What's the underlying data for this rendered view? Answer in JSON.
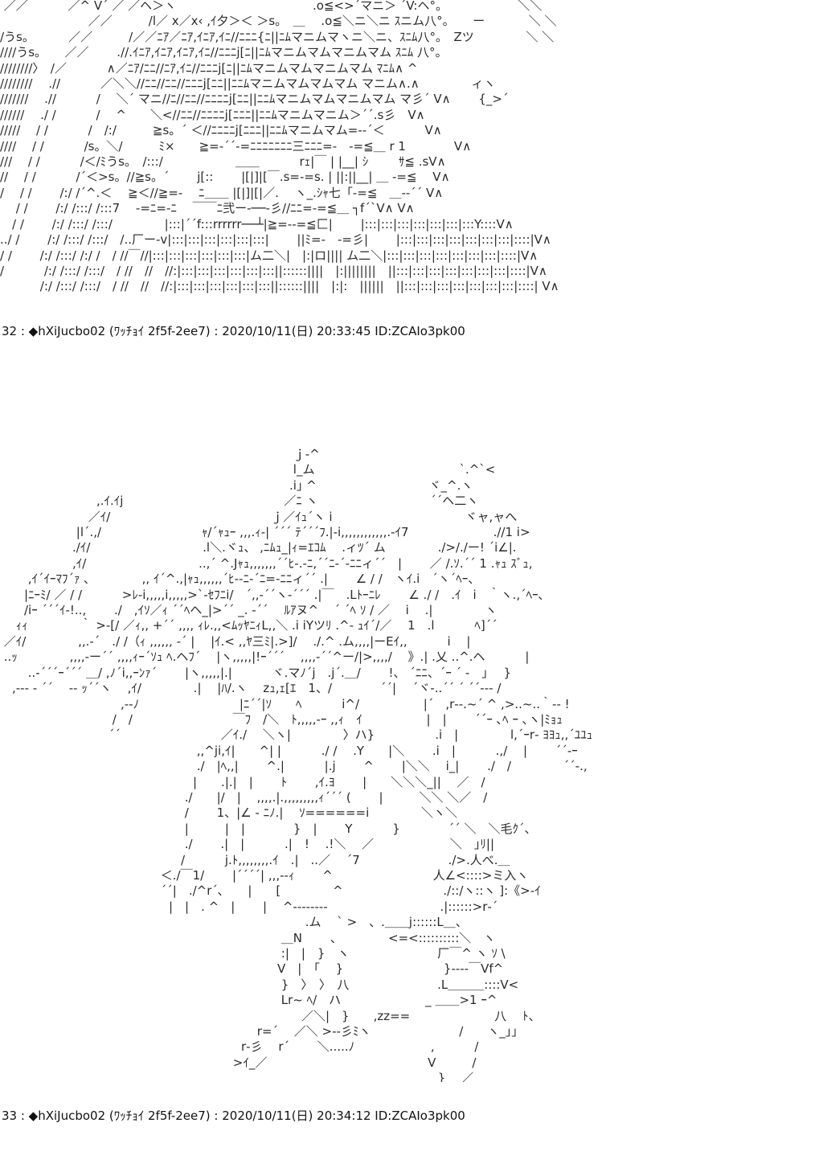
{
  "art_top": " ／／　　　 ／^ V´ ／ ／ヘ＞ヽ　　　　　　　　　　　 .o≦<>´マニ＞ ´V:ヘ°。　　　　　　 ＼＼\n　　　　　　　 ／／　　　/l／ x／x‹ ,ｲ夕＞＜ ＞s。　＿　 .o≦＼ニ＼ニ ｽニム八°。　　ー　　 　 ＼ ＼\n/うs。　　　 ／／　　　/／／ﾆｱ／ﾆｱ,ｲﾆｱ,ｲﾆ//ﾆﾆﾆ{ﾆ||ﾆﾑマニムマヽニ＼ニ、ｽﾆﾑ八°。　Zツ　　　　 ＼ ＼\n////うs。　　／／　　 .//.ｲﾆｱ,ｲﾆｱ,ｲﾆｱ,ｲﾆ//ﾆﾆﾆj[ﾆ||ﾆﾑマニムマムマニムマム ｽﾆﾑ 八°。\n////////〉　/／　　　 ∧／ﾆｱ/ﾆﾆ//ﾆｱ,ｲﾆ//ﾆﾆﾆj[ﾆ||ﾆﾑマニムマムマニムマム ﾏﾆﾑ∧ ^\n////////　 .//　　　 ／＼＼//ﾆﾆ//ﾆﾆ//ﾆﾆﾆj[ﾆﾆ||ﾆﾆﾑマニムマムマムマム マニム∧.∧　　　　 ィヽ\n///////　 .//　　　 /　 ＼´ マニ//ﾆ//ﾆﾆ//ﾆﾆﾆﾆj[ﾆﾆ||ﾆﾆﾑマニムマムマニムマム マ彡´ V∧　　 {_>´\n//////　 ./ /　　　 /　 ^　　＼<//ﾆﾆ//ﾆﾆﾆﾆj[ﾆﾆﾆ||ﾆﾆﾑマニムマニム＞´´.s彡　V∧\n/////　 / /　　　 /　/:/　　　≧s。´ ＜//ﾆﾆﾆﾆj[ﾆﾆﾆ||ﾆﾆﾑマニムマム=-‐´＜　　　 V∧\n////　 / /　　　 /s。＼/　　　ﾐ×　　≧=‐´´‐=ﾆﾆﾆﾆﾆﾆﾆ三ﾆﾆﾆ=-　-=≦＿ r 1　　　　V∧\n///　 / /　　　 /＜/ﾐうs。　/:::/　　　　　　＿＿　　　 rｪ|￣ | |__| ｼ\tｻ≦ .sV∧\n//　 / /　　　 /´＜>s。//≧s。´　　 j[::　　 |[|]|[￣.s=-=s. | ||:||__| ＿ -=≦　 V∧\n/　 / /　　 /:/ /´^.＜ 　≧＜//≧=- 　ﾆ＿＿ |[|]|[|／.　 ヽ_.ｼｬ七「-=≦　＿-‐´´ V∧\n　 / /　　 /:/ /:::/ /:::7　 ‐=ﾆ=-ﾆ　 ￣￣ﾆ弐ー‐──‐彡//ﾆﾆ=-=≦＿ ┐f´`V∧ V∧\n　/ /　　 /:/ /:::/ /:::/　　　　 |:::|´´f:::rrrrrr──┴|≧=--=≦匚|　　 |:::|:::|:::|:::|:::|:::|:::Y::::V∧\n../ /　　 /:/ /:::/ /:::/　/..厂ー‐v|:::|:::|:::|:::|:::|:::|　　 ||ﾐ=-　-=彡|　　 |:::|:::|:::|:::|:::|:::|:::|::::|V∧\n/ /　　 /:/ /:::/ /:/ /　/ //￣//|:::|:::|:::|:::|:::|:::|ム二＼|　|:|ロ|||| ム二＼|:::|:::|:::|:::|:::|:::|:::|::::|V∧\n/　　　 /:/ /:::/ /:::/　/ //　//　//:|:::|:::|:::|:::|:::|:::||::::::||||　|:||||||||　||:::|:::|:::|:::|:::|:::|:::|::::|V∧\n　　　 /:/ /:::/ /:::/　/ //　//　//:|:::|:::|:::|:::|:::|:::||::::::||||　|:|:　||||||　||:::|:::|:::|:::|:::|:::|:::|::::| V∧",
  "post32": "32 : ◆hXiJucbo02 (ﾜｯﾁｮｲ 2f5f-2ee7) : 2020/10/11(日) 20:33:45 ID:ZCAIo3pk00",
  "art_bottom": "　　　　　　　　　　　　　　　　　　　　　　　　 ｊ-^\n　　　　　　　　　　　　　　　　　　　　　　　　 l_ム　　　　　　　　　　　　`.^`<\n　　　　　　　　　　　　　　　　　　　　　　　　.i｣ ^　　　　　　　　　 ヾ_^.ヽ\n　　　　　　　　,.ｲ.ｲj　　　　　　　　　　　　　 ／ﾆ ヽ　　　　　　　　　 ´´ヘ二ヽ\n　　　　　　　 ／ｲ/　　　　　　　　　　　　　 ｊ／ｲｭ´ヽ i　　　　　　　　　　　ヾャ,ャへ\n　　　　　　 |l´.,/　　　　　　　　 ｬ/´ｬｭｰ ,,,.ｨ‐| ´´´ ﾃ´´´ﾌ.|-i,,,,,,,,,,,,.-ｲ7　　　　　　　.//1 i>\n　　　　　　./ｲ/　　　　　　　　　 .l＼.ヾｭ、 ,ﾆﾑｭ_|ｨ=ｴｺﾑ　 .ィﾂ´ ム　　　　 ./>/./ー! ´i∠|.\n　　　　　　,ｲ/　　　　　　　　　 ..,´ ^.Jｬｭ,,,,,,,´´ﾋ-.-ﾆ,´´ﾆ‐´-ﾆﾆィ´´　|　　 ／ /.ｿ.´´ 1 .ｬｭ ｽﾞｭ,\n　　 ,ｲ´ｲｰﾏﾌ´ｧ ､　　　　 ,, ｲ´^.,|ｬｭ,,,,,,´ﾋ--ﾆ-´ﾆ=‐ﾆﾆィ´´ .|　　 ∠ / /　ヽｲ.i　´ヽ´ﾍｰ、\n　　|ﾆｰﾐ/ ／ / /　　　 >ﾚ-i,,,,,i,,,,,>`-ｾﾌﾆi/　´,,-´´ヽ-´´´ .|￣　.Lﾄｰﾆﾚ　　 ∠ ./ /　.ｲ　i　｀ヽ.,´ﾍｰ､\n　　/iｰ ´´´ｲ-!..,　　 ./　,ｲｿ／ｨ ´´ﾍヘ_|>´´ _. -´´　 ﾙｱヌ^　 ´ ´ﾍ ｿ / ／ 　i　 .|　　　　 ヽ\n　 ｨｨ　　　　 ｀ >-[/ ／ｨ,, +´´ ,,,, ｨﾚ.,,<ﾑｯﾔﾆｨL,,＼ .i iYツﾘ .^- ｭｲ´/／　 1　.l　　　 ﾍ]´´\n ／ｲ/　　　　 ,,.-´　./ /（ｨ ,,,,,, -´ |　 |ｲ.< ,,ﾔ三ﾐ|.>]/　 ./.^ .ム,,,,|ーEｲ,,　　　 i　 |\n ..ｯ　　　　 ,,,,-ー´´ ,,,,ｨｰ´ｿｭ ﾍ.ヘﾌ´　 |ヽ,,,,,|!ｰ´´´　 ,,,,-´´^ー/|>,,,,/　 》.| .乂 ..^.ヘ　　　 |\n　　 ..-´´´ｰ´´´ ＿/ ,ﾉ´i,,ｰﾝｧ´　　 |ヽ,,,,,|.|　　　 ヾ.マﾉ´j　.j´.＿/　　 !、 ´ﾆﾆ、´ｰ ´ -　」　 }\n　,‐‐‐ ‐ ´´　 ‐‐ ｯ´´ヽ　 ,ｲ/　　　　 .|　 |ﾊ/.ヽ　 zｭ,ｪ[ｴ　1、/　　　　´´|　 ´ヾ-..´´ ´ ´´‐‐‐ /\n　　　　　　　　　　,‐‐ﾉ　　　　　　　　 |ﾆ´´|ｿ　　ﾍ　　　 i^/　　　　　 |´　,r‐‐.~´ ^ ,>..~..｀‐‐ !\n　　　　　　　　　 /　/　　　　　　　　 ￣ﾌ　/＼　ﾄ,,,,,-ｰ ,,ｨ　ｲ 　　　　　|　|　　 ´´ｰ ､ﾍ ｰ ､ヽ|ﾐｮｭ\n　　　　　　　　　´´　　　　　　　　 ／ｲ./　 ＼ヽ|　　　　 〉ハ}　　　　　.i　|　　　　 l,´ｰr‐ ﾖﾖｭ,,´ﾕﾕｭ\n　　　　　　　　　　　　　　　　 ,,^ji,ｲ|　　^| |　　　 ./ /　 .Y　　|＼　　 .i　|　　　 .,/　 |　　 ´´‐ｰ\n　　　　　　　　　　　　　　　　 ./　|ﾍ,,|　　 ^.|　　　 |.j　　 ^　　 |＼＼　 i_|　　 ./　/　　　　 ´´‐.,\n　　　　　　　　　　　　　　　　|　　.|.|　|　　 ﾄ　　 ,ｲ.ﾖ　　 |　　＼＼＼_||　 ／　/\n　　　　　　　　　　　　　　　 ./　　|/　|　 ,,,,.|.,,,,,,,,,ｨ´´´ (　　 |　　　＼＼ ＼／　/\n　　　　　　　　　　　　　　　 /　　 1、|∠ ‐ ﾆﾉ.|　 ｿ======i　　　　 ＼ヽ＼\n　　　　　　　　　　　　　　　 |　　　|　|　　　　}　|　　 Y　　　 }　　　　´´ ＼　＼毛ｸ´、\n　　　　　　　　　　　　　　　 ./　　 .|　|　　　 .|　!　 .!＼　 ／　　　　　　 ＼　｣ﾘ||\n　　　　　　　　　　　　　　　/　　　 j.ﾄ,,,,,,,,.ｲ　.|　..／　 ´7　　　　　　　 ./>.人べ.＿\n　　　　　　　　　　　　　 ＜./￣1/　　 |´´´´| ,,,-‐ｨ　　 ^　　　　　　　　 人∠<::::>ミ入ヽ\n　　　　　　　　　　　　　 ´´|　./^r´､　　|　　[　　　　 ^　　　　　　　　 ./::/ヽ::ヽ ]:《>-ｲ\n　　　　　　　　　　　　　　|　|　. ^　|　　 |　 ^--------　　　　　　　　　 .|::::::>r‐´\n　　　　　　　　　　　　　　　　　　　　　　　　　 .ム　 ` >　、.＿＿j::::::L＿、\n　　　　　　　　　　　　　　　　　　　　　　　 ＿N　　 、　　　　 <=<::::::::::＼　ヽ\n　　　　　　　　　　　　　　　　　　　　　　　 :|　|　}　ヽ　　　　　　　 厂￣^ ヽ ｿ \\\n　　　　　　　　　　　　　　　　　　　　　　　V　|　｢　 }　　　　　　　　 }‐‐‐‐￣Vf^\n　　　　　　　　　　　　　　　　　　　　　　　 }　〉　〉　八　　　　　　　 .L＿＿＿::::V<\n　　　　　　　　　　　　　　　　　　　　　　　 Lr~ ﾍ/　ハ　　　　　　　_ ＿＿>1 ｰ^\n　　　　　　　　　　　　　　　　　　　　　　　　　／＼|　}　　,zz==　　　　　　　八　 ﾄ、\n　　　　　　　　　　　　　　　　　　　　　 r=´　 ／＼ >-‐彡ﾐヽ　　　　　　　 /　　ヽ_」｣\n　　　　　　　　　　　　　　　　　　　　r‐彡　 r´　　 ＼.....ﾉ　　　　　　 ,　　　 /\n　　　　　　　　　　　　　　　　　　　 >ｲ_／　　　　　　　　　　　　　 V　　　/\n　　　　　　　　　　　　　　　　　　　　　　　　　　　　　　　　　　　　 }　 ／\n　　　　　　　　　　　　　　　　　　　　　　　　　　　　　　　　　　　　 |／",
  "post33": "33 : ◆hXiJucbo02 (ﾜｯﾁｮｲ 2f5f-2ee7) : 2020/10/11(日) 20:34:12 ID:ZCAIo3pk00"
}
